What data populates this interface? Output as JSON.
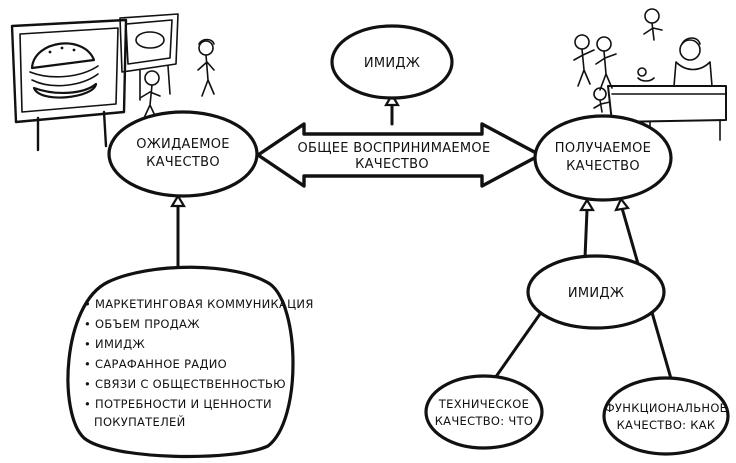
{
  "diagram": {
    "nodes": {
      "image_top": "ИМИДЖ",
      "expected_quality": [
        "ОЖИДАЕМОЕ",
        "КАЧЕСТВО"
      ],
      "perceived_quality_total": [
        "ОБЩЕЕ ВОСПРИНИМАЕМОЕ",
        "КАЧЕСТВО"
      ],
      "received_quality": [
        "ПОЛУЧАЕМОЕ",
        "КАЧЕСТВО"
      ],
      "image_bottom": "ИМИДЖ",
      "technical_quality": [
        "ТЕХНИЧЕСКОЕ",
        "КАЧЕСТВО: ЧТО"
      ],
      "functional_quality": [
        "ФУНКЦИОНАЛЬНОЕ",
        "КАЧЕСТВО: КАК"
      ]
    },
    "factors": [
      "• МАРКЕТИНГОВАЯ КОММУНИКАЦИЯ",
      "• ОБЪЕМ ПРОДАЖ",
      "• ИМИДЖ",
      "• САРАФАННОЕ РАДИО",
      "• СВЯЗИ С ОБЩЕСТВЕННОСТЬЮ",
      "• ПОТРЕБНОСТИ И ЦЕННОСТИ",
      "ПОКУПАТЕЛЕЙ"
    ],
    "illustrations": [
      "billboard-burger-illustration",
      "counter-service-illustration"
    ]
  }
}
